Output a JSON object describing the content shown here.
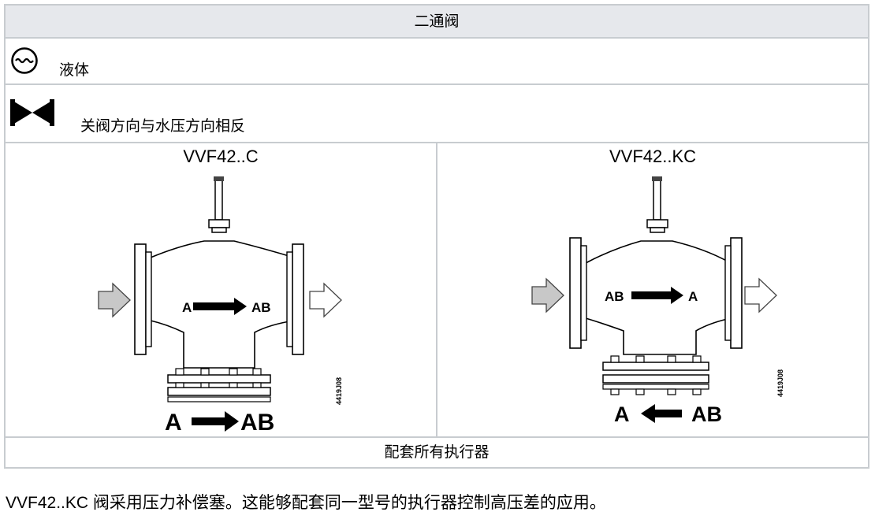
{
  "table": {
    "header": "二通阀",
    "medium": {
      "icon": "liquid-icon",
      "label": "液体"
    },
    "direction": {
      "icon": "valve-symbol-icon",
      "label": "关阀方向与水压方向相反"
    },
    "left": {
      "model": "VVF42..C",
      "flow_inner_from": "A",
      "flow_inner_to": "AB",
      "flow_outer_from": "A",
      "flow_outer_to": "AB",
      "code": "4419J08"
    },
    "right": {
      "model": "VVF42..KC",
      "flow_inner_from": "AB",
      "flow_inner_to": "A",
      "flow_outer_from": "A",
      "flow_outer_to": "AB",
      "code": "4419J08"
    },
    "footer": "配套所有执行器"
  },
  "paragraph": "VVF42..KC 阀采用压力补偿塞。这能够配套同一型号的执行器控制高压差的应用。"
}
